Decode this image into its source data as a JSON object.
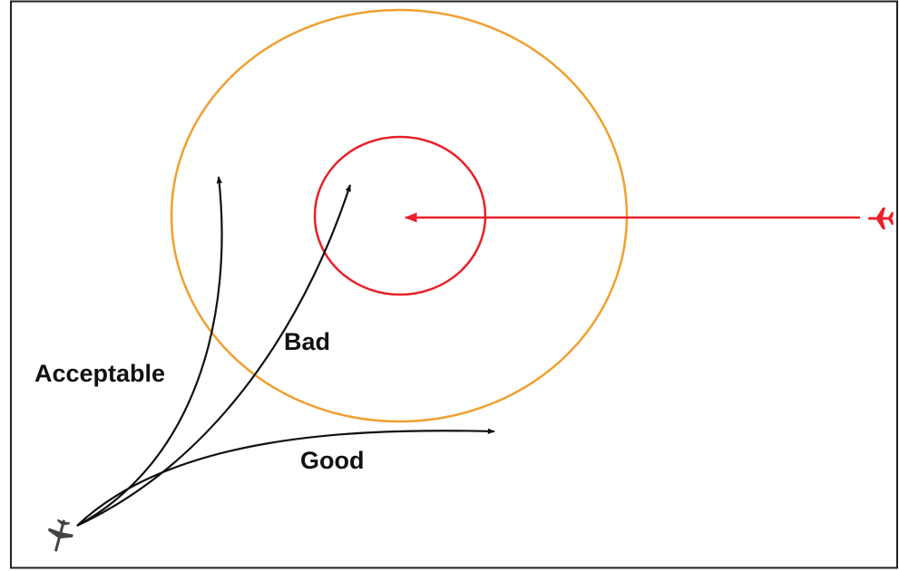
{
  "diagram": {
    "labels": {
      "acceptable": "Acceptable",
      "bad": "Bad",
      "good": "Good"
    },
    "icons": {
      "ownship": "small-airplane-icon",
      "intruder": "airplane-icon"
    },
    "colors": {
      "outer_zone": "#f0a030",
      "inner_zone": "#e8212a",
      "intruder_track": "#e8212a",
      "maneuver_paths": "#111111",
      "ownship": "#444444",
      "frame": "#222222"
    }
  }
}
